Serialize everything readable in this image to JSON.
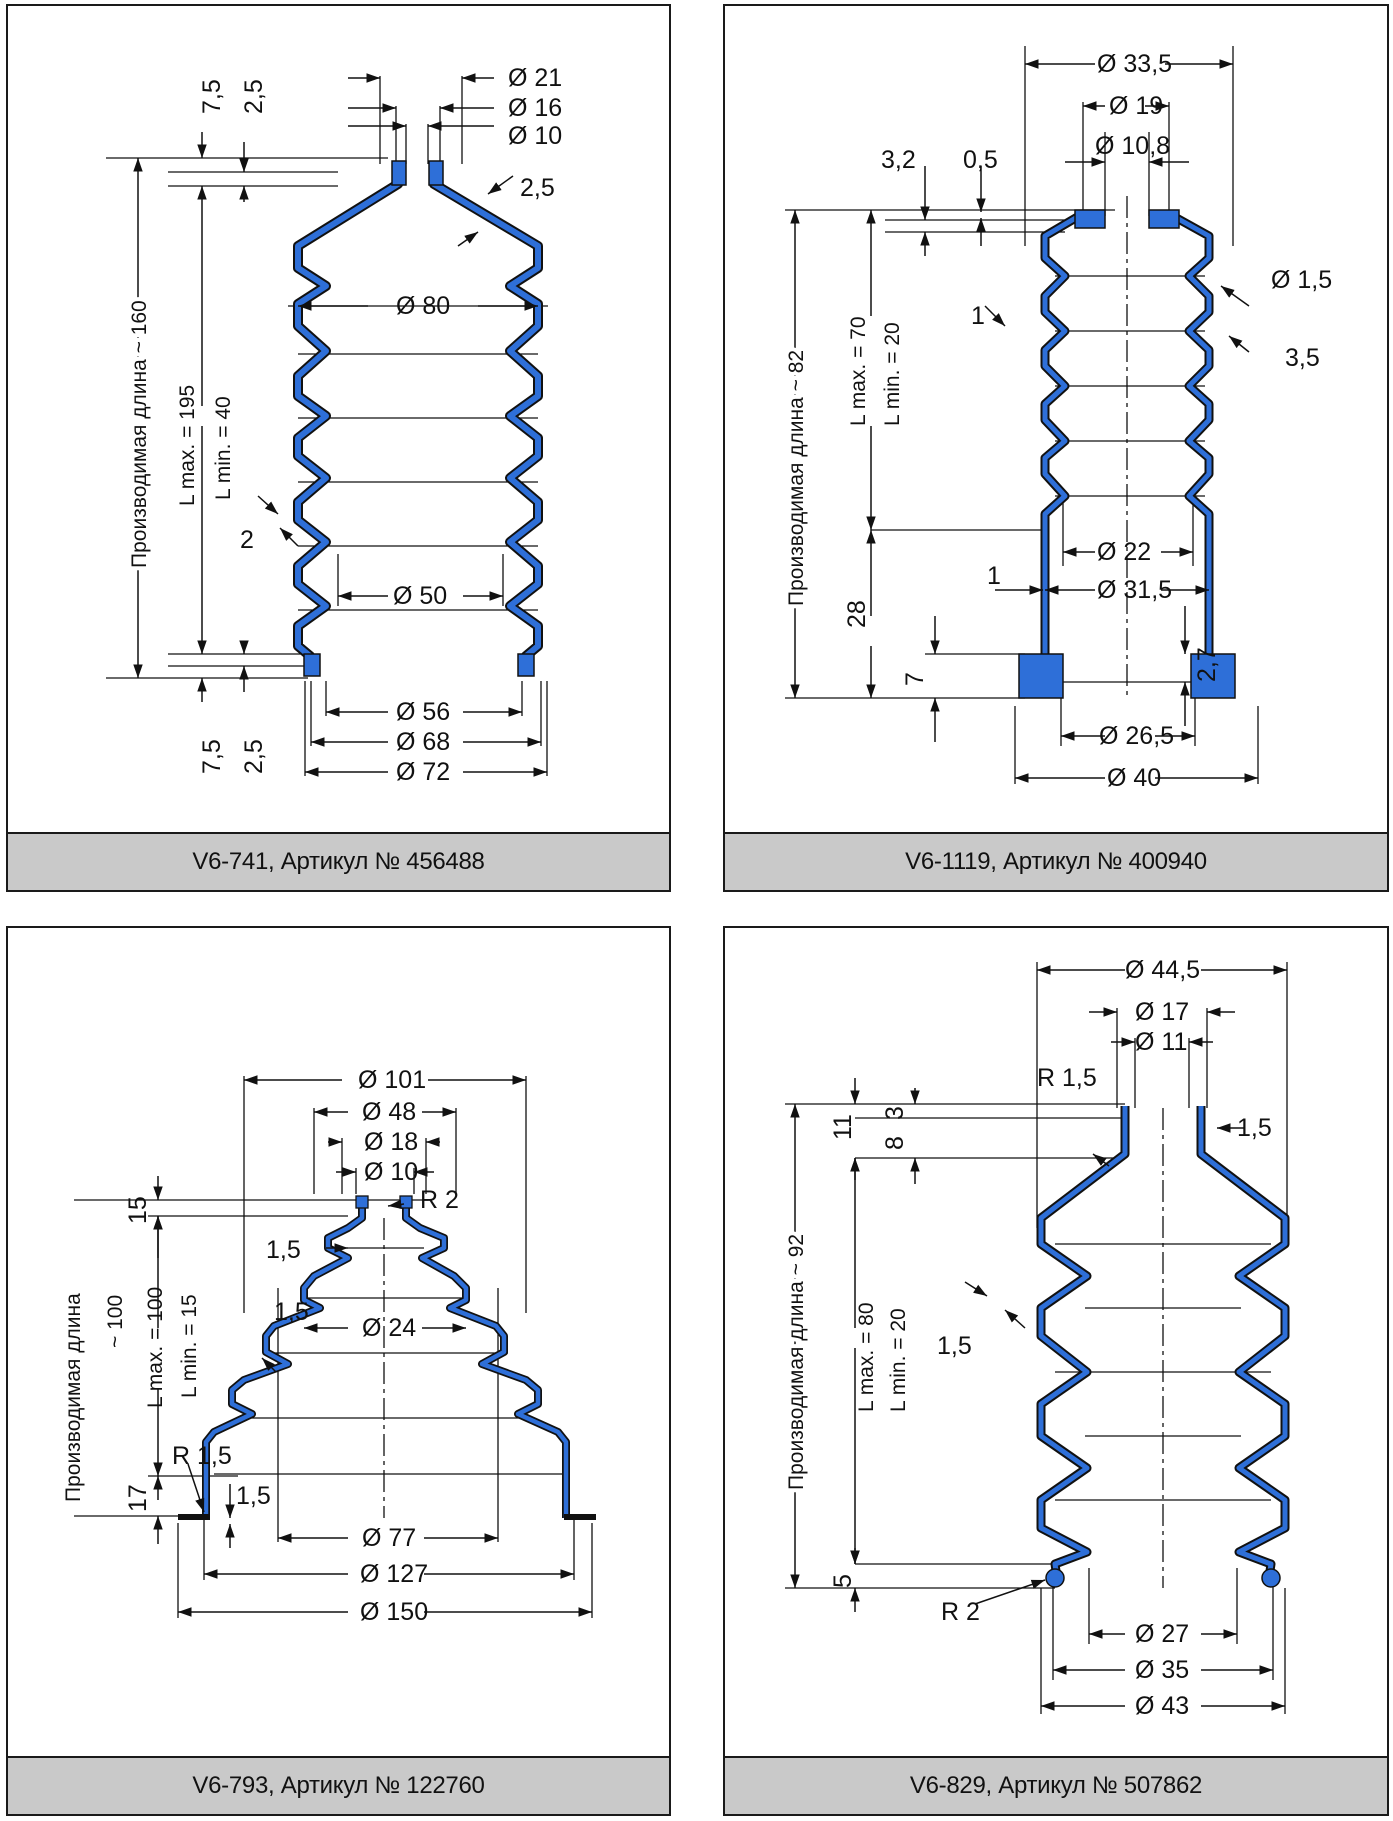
{
  "colors": {
    "profile": "#2e6fd8",
    "outline": "#111111",
    "caption_bg": "#c9c9c9"
  },
  "panels": [
    {
      "caption": "V6-741, Артикул № 456488",
      "dims": {
        "d1": "Ø 21",
        "d2": "Ø 16",
        "d3": "Ø 10",
        "d4": "Ø 80",
        "d5": "Ø 50",
        "d6": "Ø 56",
        "d7": "Ø 68",
        "d8": "Ø 72",
        "t_wall": "2,5",
        "t_fold": "2",
        "h1": "7,5",
        "h2": "2,5",
        "h3": "7,5",
        "h4": "2,5",
        "lmax": "L max. = 195",
        "lmin": "L min. = 40",
        "prod": "Производимая длина ~ 160"
      }
    },
    {
      "caption": "V6-1119, Артикул № 400940",
      "dims": {
        "d1": "Ø 33,5",
        "d2": "Ø 19",
        "d3": "Ø 10,8",
        "d4": "Ø 1,5",
        "d5": "3,5",
        "d6": "Ø 22",
        "d7": "Ø 31,5",
        "d8": "Ø 26,5",
        "d9": "Ø 40",
        "h1": "3,2",
        "h2": "0,5",
        "t1": "1",
        "t2": "1",
        "h3": "28",
        "h4": "7",
        "h5": "2,7",
        "lmax": "L max. = 70",
        "lmin": "L min. = 20",
        "prod": "Производимая длина ~ 82"
      }
    },
    {
      "caption": "V6-793, Артикул № 122760",
      "dims": {
        "d1": "Ø 101",
        "d2": "Ø 48",
        "d3": "Ø 18",
        "d4": "Ø 10",
        "r1": "R 2",
        "d5": "Ø 24",
        "d6": "Ø 77",
        "d7": "Ø 127",
        "d8": "Ø 150",
        "t1": "1,5",
        "t2": "1,5",
        "t3": "1,5",
        "r2": "R 1,5",
        "h1": "15",
        "h2": "17",
        "lmax": "L max. = 100",
        "lmin": "L min. = 15",
        "prod1": "Производимая длина",
        "prod2": "~ 100"
      }
    },
    {
      "caption": "V6-829, Артикул № 507862",
      "dims": {
        "d1": "Ø 44,5",
        "d2": "Ø 17",
        "d3": "Ø 11",
        "r1": "R 1,5",
        "t1": "1,5",
        "h1": "11",
        "h2": "3",
        "h3": "8",
        "t2": "1,5",
        "h4": "5",
        "r2": "R 2",
        "d4": "Ø 27",
        "d5": "Ø 35",
        "d6": "Ø 43",
        "lmax": "L max. = 80",
        "lmin": "L min. = 20",
        "prod": "Производимая длина ~ 92"
      }
    }
  ]
}
